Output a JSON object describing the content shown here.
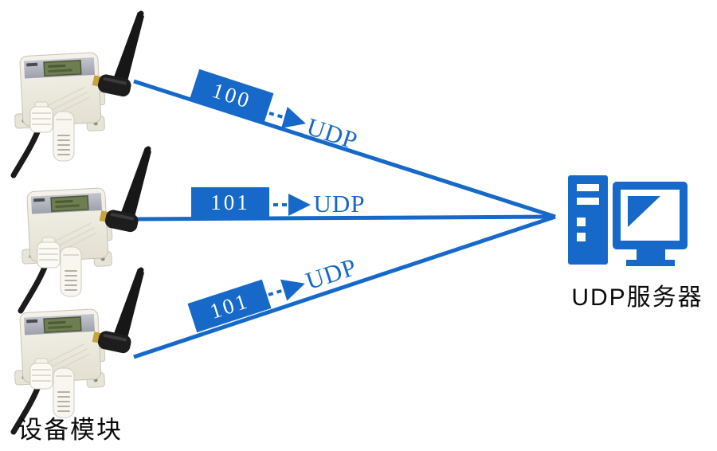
{
  "diagram": {
    "title_none_visible": "",
    "colors": {
      "accent_blue": "#1669C8",
      "caption_text": "#0A0A0A",
      "packet_label_text": "#FFFFFF",
      "device_body": "#F0EDE3",
      "device_lcd": "#6F7E50"
    },
    "devices": {
      "caption": "设备模块",
      "items": [
        {
          "name": "wireless-sensor-device-1"
        },
        {
          "name": "wireless-sensor-device-2"
        },
        {
          "name": "wireless-sensor-device-3"
        }
      ]
    },
    "connections": [
      {
        "packet_label": "100",
        "protocol_label": "UDP"
      },
      {
        "packet_label": "101",
        "protocol_label": "UDP"
      },
      {
        "packet_label": "101",
        "protocol_label": "UDP"
      }
    ],
    "server": {
      "caption": "UDP服务器"
    }
  }
}
